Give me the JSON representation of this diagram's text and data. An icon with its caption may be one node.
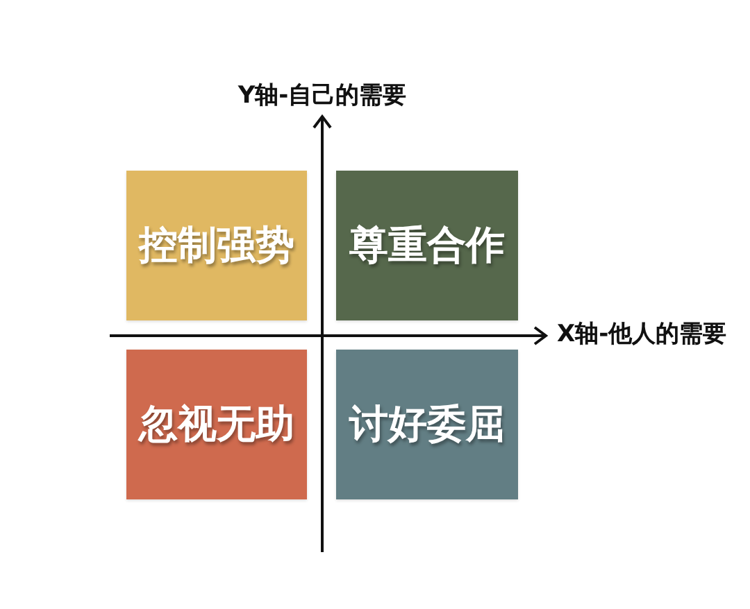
{
  "diagram": {
    "nodes": [
      {
        "text": [
          "控制强势"
        ]
      },
      {
        "text": [
          "尊重合作"
        ]
      },
      {
        "text": [
          "忽视无助"
        ]
      },
      {
        "text": [
          "讨好委屈"
        ]
      }
    ],
    "edges": [],
    "labels": [
      "Y轴-自己的需要",
      "X轴-他人的需要"
    ]
  }
}
